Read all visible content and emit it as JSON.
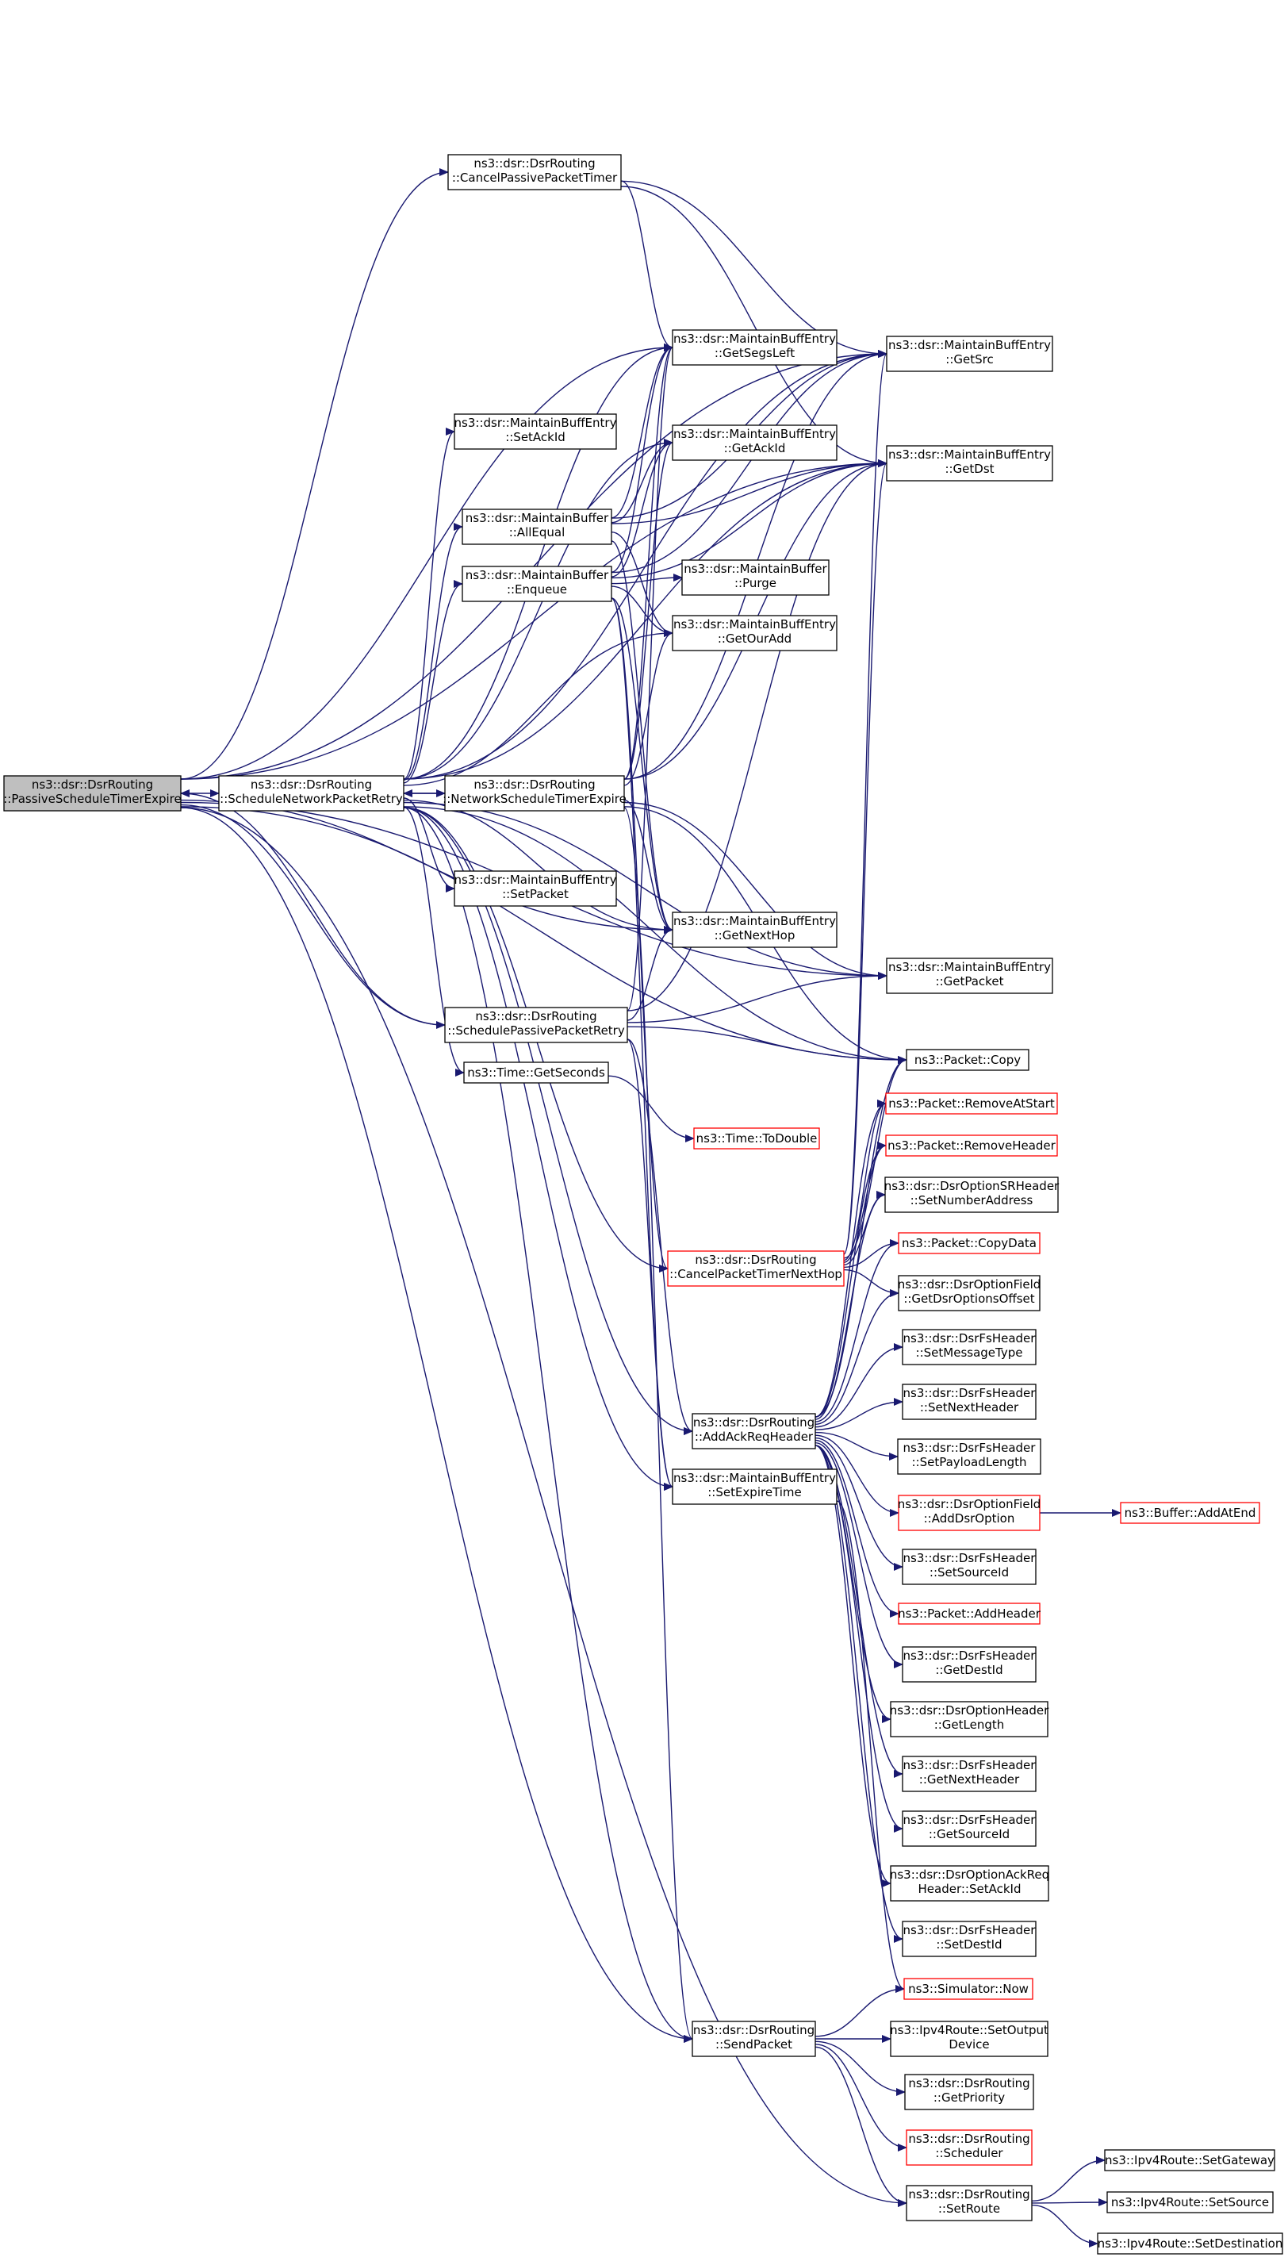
{
  "colors": {
    "edge": "#191970",
    "box_border": "#000000",
    "box_border_truncated": "#ff0000",
    "root_fill": "#bfbfbf"
  },
  "nodes": {
    "passive_timer_expire": {
      "l1": "ns3::dsr::DsrRouting",
      "l2": "::PassiveScheduleTimerExpire"
    },
    "cancel_passive_timer": {
      "l1": "ns3::dsr::DsrRouting",
      "l2": "::CancelPassivePacketTimer"
    },
    "get_segs_left": {
      "l1": "ns3::dsr::MaintainBuffEntry",
      "l2": "::GetSegsLeft"
    },
    "get_src": {
      "l1": "ns3::dsr::MaintainBuffEntry",
      "l2": "::GetSrc"
    },
    "set_ack_id": {
      "l1": "ns3::dsr::MaintainBuffEntry",
      "l2": "::SetAckId"
    },
    "get_ack_id": {
      "l1": "ns3::dsr::MaintainBuffEntry",
      "l2": "::GetAckId"
    },
    "get_dst": {
      "l1": "ns3::dsr::MaintainBuffEntry",
      "l2": "::GetDst"
    },
    "all_equal": {
      "l1": "ns3::dsr::MaintainBuffer",
      "l2": "::AllEqual"
    },
    "enqueue": {
      "l1": "ns3::dsr::MaintainBuffer",
      "l2": "::Enqueue"
    },
    "purge": {
      "l1": "ns3::dsr::MaintainBuffer",
      "l2": "::Purge"
    },
    "get_our_add": {
      "l1": "ns3::dsr::MaintainBuffEntry",
      "l2": "::GetOurAdd"
    },
    "schedule_network_retry": {
      "l1": "ns3::dsr::DsrRouting",
      "l2": "::ScheduleNetworkPacketRetry"
    },
    "network_timer_expire": {
      "l1": "ns3::dsr::DsrRouting",
      "l2": "::NetworkScheduleTimerExpire"
    },
    "set_packet": {
      "l1": "ns3::dsr::MaintainBuffEntry",
      "l2": "::SetPacket"
    },
    "get_next_hop": {
      "l1": "ns3::dsr::MaintainBuffEntry",
      "l2": "::GetNextHop"
    },
    "get_packet": {
      "l1": "ns3::dsr::MaintainBuffEntry",
      "l2": "::GetPacket"
    },
    "schedule_passive_retry": {
      "l1": "ns3::dsr::DsrRouting",
      "l2": "::SchedulePassivePacketRetry"
    },
    "packet_copy": {
      "l1": "ns3::Packet::Copy"
    },
    "time_get_seconds": {
      "l1": "ns3::Time::GetSeconds"
    },
    "remove_at_start": {
      "l1": "ns3::Packet::RemoveAtStart"
    },
    "time_to_double": {
      "l1": "ns3::Time::ToDouble"
    },
    "remove_header": {
      "l1": "ns3::Packet::RemoveHeader"
    },
    "set_number_address": {
      "l1": "ns3::dsr::DsrOptionSRHeader",
      "l2": "::SetNumberAddress"
    },
    "copy_data": {
      "l1": "ns3::Packet::CopyData"
    },
    "cancel_timer_next_hop": {
      "l1": "ns3::dsr::DsrRouting",
      "l2": "::CancelPacketTimerNextHop"
    },
    "get_options_offset": {
      "l1": "ns3::dsr::DsrOptionField",
      "l2": "::GetDsrOptionsOffset"
    },
    "set_message_type": {
      "l1": "ns3::dsr::DsrFsHeader",
      "l2": "::SetMessageType"
    },
    "set_next_header": {
      "l1": "ns3::dsr::DsrFsHeader",
      "l2": "::SetNextHeader"
    },
    "add_ack_req_header": {
      "l1": "ns3::dsr::DsrRouting",
      "l2": "::AddAckReqHeader"
    },
    "set_payload_length": {
      "l1": "ns3::dsr::DsrFsHeader",
      "l2": "::SetPayloadLength"
    },
    "set_expire_time": {
      "l1": "ns3::dsr::MaintainBuffEntry",
      "l2": "::SetExpireTime"
    },
    "add_dsr_option": {
      "l1": "ns3::dsr::DsrOptionField",
      "l2": "::AddDsrOption"
    },
    "buffer_add_at_end": {
      "l1": "ns3::Buffer::AddAtEnd"
    },
    "set_source_id": {
      "l1": "ns3::dsr::DsrFsHeader",
      "l2": "::SetSourceId"
    },
    "add_header": {
      "l1": "ns3::Packet::AddHeader"
    },
    "get_dest_id": {
      "l1": "ns3::dsr::DsrFsHeader",
      "l2": "::GetDestId"
    },
    "get_length": {
      "l1": "ns3::dsr::DsrOptionHeader",
      "l2": "::GetLength"
    },
    "get_next_header": {
      "l1": "ns3::dsr::DsrFsHeader",
      "l2": "::GetNextHeader"
    },
    "get_source_id": {
      "l1": "ns3::dsr::DsrFsHeader",
      "l2": "::GetSourceId"
    },
    "ackreq_set_ack_id": {
      "l1": "ns3::dsr::DsrOptionAckReq",
      "l2": "Header::SetAckId"
    },
    "set_dest_id": {
      "l1": "ns3::dsr::DsrFsHeader",
      "l2": "::SetDestId"
    },
    "simulator_now": {
      "l1": "ns3::Simulator::Now"
    },
    "send_packet": {
      "l1": "ns3::dsr::DsrRouting",
      "l2": "::SendPacket"
    },
    "set_output_device": {
      "l1": "ns3::Ipv4Route::SetOutput",
      "l2": "Device"
    },
    "get_priority": {
      "l1": "ns3::dsr::DsrRouting",
      "l2": "::GetPriority"
    },
    "scheduler": {
      "l1": "ns3::dsr::DsrRouting",
      "l2": "::Scheduler"
    },
    "set_gateway": {
      "l1": "ns3::Ipv4Route::SetGateway"
    },
    "set_route": {
      "l1": "ns3::dsr::DsrRouting",
      "l2": "::SetRoute"
    },
    "set_source": {
      "l1": "ns3::Ipv4Route::SetSource"
    },
    "set_destination": {
      "l1": "ns3::Ipv4Route::SetDestination"
    }
  },
  "edges": [
    [
      "passive_timer_expire",
      "cancel_passive_timer"
    ],
    [
      "passive_timer_expire",
      "get_src"
    ],
    [
      "passive_timer_expire",
      "get_segs_left"
    ],
    [
      "passive_timer_expire",
      "get_dst"
    ],
    [
      "passive_timer_expire",
      "schedule_network_retry"
    ],
    [
      "passive_timer_expire",
      "get_next_hop"
    ],
    [
      "passive_timer_expire",
      "get_packet"
    ],
    [
      "passive_timer_expire",
      "schedule_passive_retry"
    ],
    [
      "passive_timer_expire",
      "packet_copy"
    ],
    [
      "passive_timer_expire",
      "send_packet"
    ],
    [
      "passive_timer_expire",
      "set_route"
    ],
    [
      "cancel_passive_timer",
      "get_src"
    ],
    [
      "cancel_passive_timer",
      "get_dst"
    ],
    [
      "cancel_passive_timer",
      "get_segs_left"
    ],
    [
      "schedule_network_retry",
      "get_src"
    ],
    [
      "schedule_network_retry",
      "get_segs_left"
    ],
    [
      "schedule_network_retry",
      "set_ack_id"
    ],
    [
      "schedule_network_retry",
      "get_ack_id"
    ],
    [
      "schedule_network_retry",
      "get_dst"
    ],
    [
      "schedule_network_retry",
      "all_equal"
    ],
    [
      "schedule_network_retry",
      "enqueue"
    ],
    [
      "schedule_network_retry",
      "get_our_add"
    ],
    [
      "schedule_network_retry",
      "network_timer_expire"
    ],
    [
      "schedule_network_retry",
      "set_packet"
    ],
    [
      "schedule_network_retry",
      "get_next_hop"
    ],
    [
      "schedule_network_retry",
      "get_packet"
    ],
    [
      "schedule_network_retry",
      "time_get_seconds"
    ],
    [
      "schedule_network_retry",
      "packet_copy"
    ],
    [
      "schedule_network_retry",
      "cancel_timer_next_hop"
    ],
    [
      "schedule_network_retry",
      "add_ack_req_header"
    ],
    [
      "schedule_network_retry",
      "set_expire_time"
    ],
    [
      "schedule_network_retry",
      "send_packet"
    ],
    [
      "network_timer_expire",
      "schedule_network_retry"
    ],
    [
      "network_timer_expire",
      "get_src"
    ],
    [
      "network_timer_expire",
      "get_dst"
    ],
    [
      "network_timer_expire",
      "get_segs_left"
    ],
    [
      "network_timer_expire",
      "get_ack_id"
    ],
    [
      "network_timer_expire",
      "get_our_add"
    ],
    [
      "network_timer_expire",
      "get_next_hop"
    ],
    [
      "network_timer_expire",
      "get_packet"
    ],
    [
      "network_timer_expire",
      "packet_copy"
    ],
    [
      "network_timer_expire",
      "send_packet"
    ],
    [
      "all_equal",
      "get_src"
    ],
    [
      "all_equal",
      "get_dst"
    ],
    [
      "all_equal",
      "get_segs_left"
    ],
    [
      "all_equal",
      "get_ack_id"
    ],
    [
      "all_equal",
      "get_our_add"
    ],
    [
      "all_equal",
      "get_next_hop"
    ],
    [
      "enqueue",
      "get_src"
    ],
    [
      "enqueue",
      "get_dst"
    ],
    [
      "enqueue",
      "get_segs_left"
    ],
    [
      "enqueue",
      "get_ack_id"
    ],
    [
      "enqueue",
      "purge"
    ],
    [
      "enqueue",
      "get_our_add"
    ],
    [
      "enqueue",
      "get_next_hop"
    ],
    [
      "enqueue",
      "cancel_timer_next_hop"
    ],
    [
      "enqueue",
      "set_expire_time"
    ],
    [
      "schedule_passive_retry",
      "passive_timer_expire"
    ],
    [
      "schedule_passive_retry",
      "get_dst"
    ],
    [
      "schedule_passive_retry",
      "get_next_hop"
    ],
    [
      "schedule_passive_retry",
      "get_packet"
    ],
    [
      "schedule_passive_retry",
      "packet_copy"
    ],
    [
      "schedule_passive_retry",
      "get_segs_left"
    ],
    [
      "schedule_passive_retry",
      "add_ack_req_header"
    ],
    [
      "schedule_passive_retry",
      "set_expire_time"
    ],
    [
      "time_get_seconds",
      "time_to_double"
    ],
    [
      "cancel_timer_next_hop",
      "get_src"
    ],
    [
      "cancel_timer_next_hop",
      "get_dst"
    ],
    [
      "cancel_timer_next_hop",
      "packet_copy"
    ],
    [
      "cancel_timer_next_hop",
      "remove_at_start"
    ],
    [
      "cancel_timer_next_hop",
      "remove_header"
    ],
    [
      "cancel_timer_next_hop",
      "set_number_address"
    ],
    [
      "cancel_timer_next_hop",
      "copy_data"
    ],
    [
      "cancel_timer_next_hop",
      "get_options_offset"
    ],
    [
      "add_ack_req_header",
      "packet_copy"
    ],
    [
      "add_ack_req_header",
      "remove_at_start"
    ],
    [
      "add_ack_req_header",
      "remove_header"
    ],
    [
      "add_ack_req_header",
      "set_number_address"
    ],
    [
      "add_ack_req_header",
      "copy_data"
    ],
    [
      "add_ack_req_header",
      "get_options_offset"
    ],
    [
      "add_ack_req_header",
      "set_message_type"
    ],
    [
      "add_ack_req_header",
      "set_next_header"
    ],
    [
      "add_ack_req_header",
      "set_payload_length"
    ],
    [
      "add_ack_req_header",
      "add_dsr_option"
    ],
    [
      "add_ack_req_header",
      "set_source_id"
    ],
    [
      "add_ack_req_header",
      "add_header"
    ],
    [
      "add_ack_req_header",
      "get_dest_id"
    ],
    [
      "add_ack_req_header",
      "get_length"
    ],
    [
      "add_ack_req_header",
      "get_next_header"
    ],
    [
      "add_ack_req_header",
      "get_source_id"
    ],
    [
      "add_ack_req_header",
      "ackreq_set_ack_id"
    ],
    [
      "add_ack_req_header",
      "set_dest_id"
    ],
    [
      "add_dsr_option",
      "buffer_add_at_end"
    ],
    [
      "set_expire_time",
      "simulator_now"
    ],
    [
      "send_packet",
      "simulator_now"
    ],
    [
      "send_packet",
      "set_output_device"
    ],
    [
      "send_packet",
      "get_priority"
    ],
    [
      "send_packet",
      "scheduler"
    ],
    [
      "send_packet",
      "set_route"
    ],
    [
      "set_route",
      "set_gateway"
    ],
    [
      "set_route",
      "set_source"
    ],
    [
      "set_route",
      "set_destination"
    ]
  ]
}
